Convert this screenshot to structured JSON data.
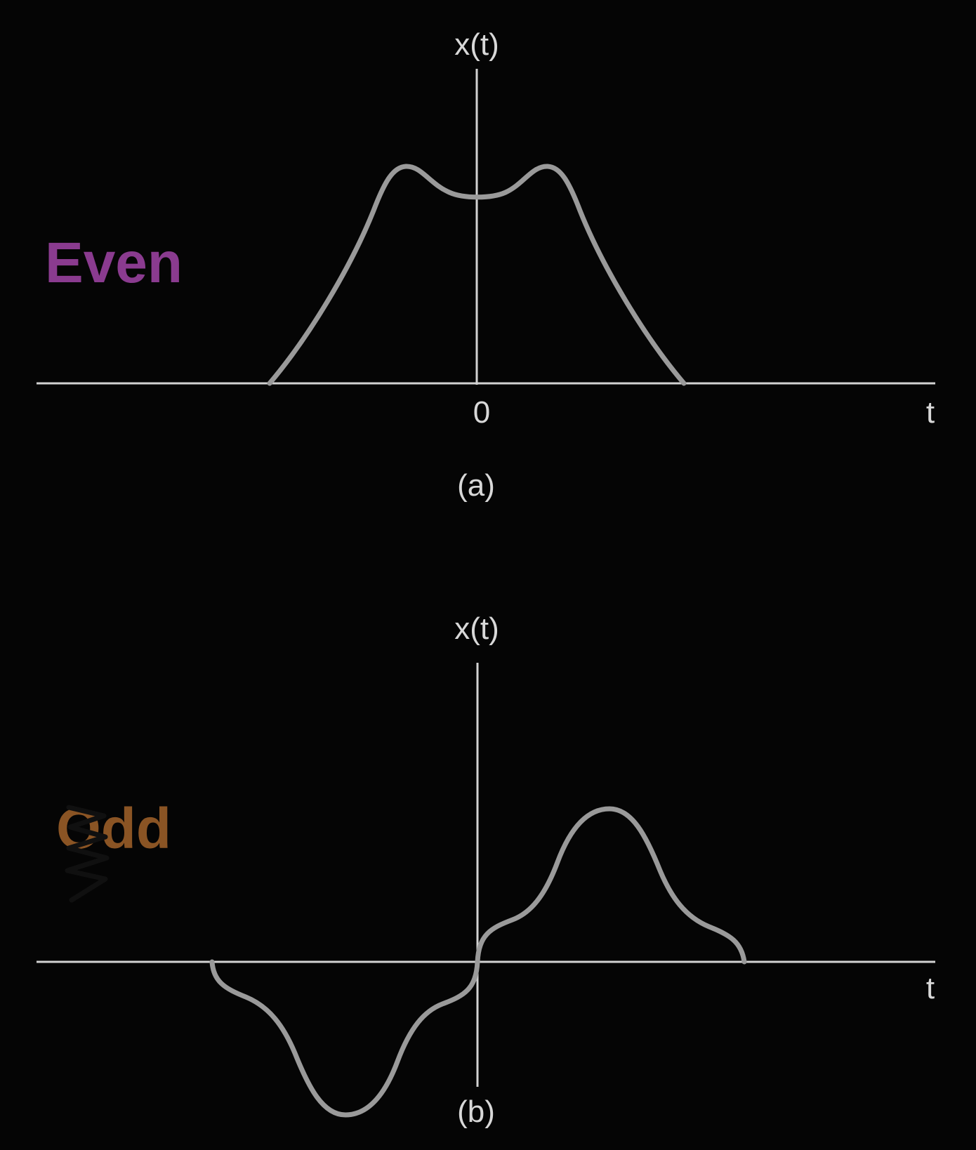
{
  "panel_a": {
    "y_axis_label": "x(t)",
    "origin_label": "0",
    "x_axis_label": "t",
    "caption": "(a)",
    "side_label": "Even",
    "side_label_color": "#8a3b8f"
  },
  "panel_b": {
    "y_axis_label": "x(t)",
    "x_axis_label": "t",
    "caption": "(b)",
    "side_label": "Odd",
    "side_label_color": "#8a5424"
  },
  "colors": {
    "background": "#050505",
    "axis": "#d2d2d2",
    "curve": "#9a9a9a"
  }
}
